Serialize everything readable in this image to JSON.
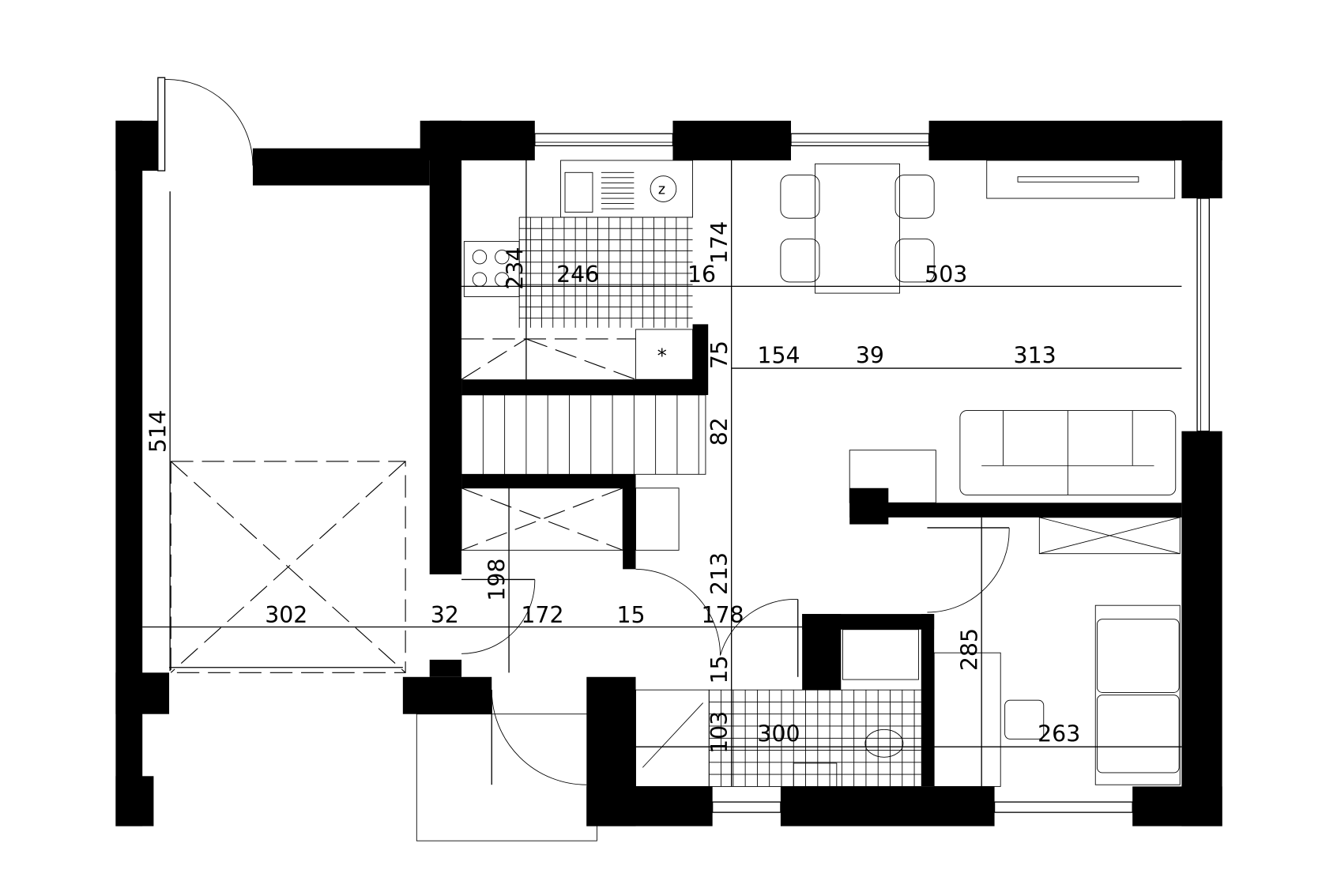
{
  "plan": {
    "wall_color": "#000000",
    "background": "#ffffff",
    "dimensions": {
      "garage_depth": "514",
      "garage_width": "302",
      "wall_32": "32",
      "hall_172": "172",
      "wall_15": "15",
      "hall_178": "178",
      "hall_198": "198",
      "living_213": "213",
      "stairs_82": "82",
      "wall_75": "75",
      "dining_174": "174",
      "kitchen_234": "234",
      "kitchen_246": "246",
      "wall_16": "16",
      "living_503": "503",
      "living_154": "154",
      "living_39": "39",
      "living_313": "313",
      "bedroom_285": "285",
      "bedroom_263": "263",
      "bath_300": "300",
      "bath_103": "103",
      "bath_15": "15"
    },
    "symbols": {
      "fridge": "*",
      "stove": "z"
    }
  }
}
